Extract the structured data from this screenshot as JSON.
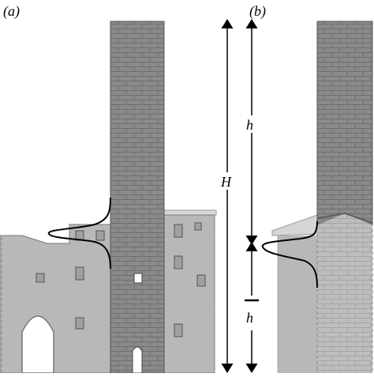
{
  "panels": [
    {
      "id": "a",
      "label": "(a)"
    },
    {
      "id": "b",
      "label": "(b)"
    }
  ],
  "dimensions": {
    "panel_a_height_label": "H",
    "panel_b_upper_height_label": "h",
    "panel_b_lower_height_label": "h"
  },
  "colors": {
    "tower": "#8a8a8a",
    "tower_dark": "#6f6f6f",
    "building": "#b9b9b9",
    "building_light": "#cfcfcf",
    "window": "#8c8c8c",
    "arrow": "#000000",
    "background": "#ffffff"
  }
}
